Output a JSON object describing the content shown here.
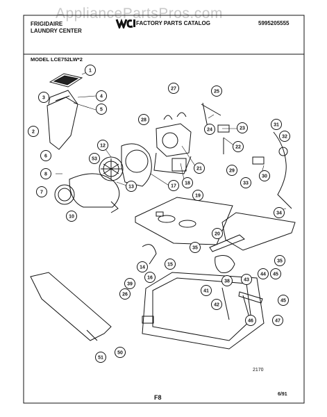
{
  "header": {
    "watermark": "AppliancePartsPros.com",
    "brand": "FRIGIDAIRE",
    "category": "LAUNDRY CENTER",
    "logo": "WCI",
    "catalog": "FACTORY PARTS CATALOG",
    "pub_number": "5995205555",
    "model": "MODEL LCE752LW*2"
  },
  "footer": {
    "image_number": "2170",
    "page": "F8",
    "date": "6/91"
  },
  "callouts": [
    {
      "id": "c1",
      "label": "1"
    },
    {
      "id": "c2",
      "label": "2"
    },
    {
      "id": "c3",
      "label": "3"
    },
    {
      "id": "c4",
      "label": "4"
    },
    {
      "id": "c5",
      "label": "5"
    },
    {
      "id": "c6",
      "label": "6"
    },
    {
      "id": "c7",
      "label": "7"
    },
    {
      "id": "c8",
      "label": "8"
    },
    {
      "id": "c10",
      "label": "10"
    },
    {
      "id": "c12",
      "label": "12"
    },
    {
      "id": "c13",
      "label": "13"
    },
    {
      "id": "c14",
      "label": "14"
    },
    {
      "id": "c15",
      "label": "15"
    },
    {
      "id": "c16",
      "label": "16"
    },
    {
      "id": "c17",
      "label": "17"
    },
    {
      "id": "c18",
      "label": "18"
    },
    {
      "id": "c19",
      "label": "19"
    },
    {
      "id": "c20",
      "label": "20"
    },
    {
      "id": "c21",
      "label": "21"
    },
    {
      "id": "c22",
      "label": "22"
    },
    {
      "id": "c23",
      "label": "23"
    },
    {
      "id": "c24",
      "label": "24"
    },
    {
      "id": "c25",
      "label": "25"
    },
    {
      "id": "c26",
      "label": "26"
    },
    {
      "id": "c27",
      "label": "27"
    },
    {
      "id": "c28",
      "label": "28"
    },
    {
      "id": "c29",
      "label": "29"
    },
    {
      "id": "c30",
      "label": "30"
    },
    {
      "id": "c31",
      "label": "31"
    },
    {
      "id": "c32",
      "label": "32"
    },
    {
      "id": "c33",
      "label": "33"
    },
    {
      "id": "c34",
      "label": "34"
    },
    {
      "id": "c35a",
      "label": "35"
    },
    {
      "id": "c35b",
      "label": "35"
    },
    {
      "id": "c38",
      "label": "38"
    },
    {
      "id": "c39",
      "label": "39"
    },
    {
      "id": "c41",
      "label": "41"
    },
    {
      "id": "c42",
      "label": "42"
    },
    {
      "id": "c43",
      "label": "43"
    },
    {
      "id": "c44",
      "label": "44"
    },
    {
      "id": "c45a",
      "label": "45"
    },
    {
      "id": "c45b",
      "label": "45"
    },
    {
      "id": "c46",
      "label": "46"
    },
    {
      "id": "c47",
      "label": "47"
    },
    {
      "id": "c50",
      "label": "50"
    },
    {
      "id": "c51",
      "label": "51"
    },
    {
      "id": "c53",
      "label": "53"
    }
  ]
}
